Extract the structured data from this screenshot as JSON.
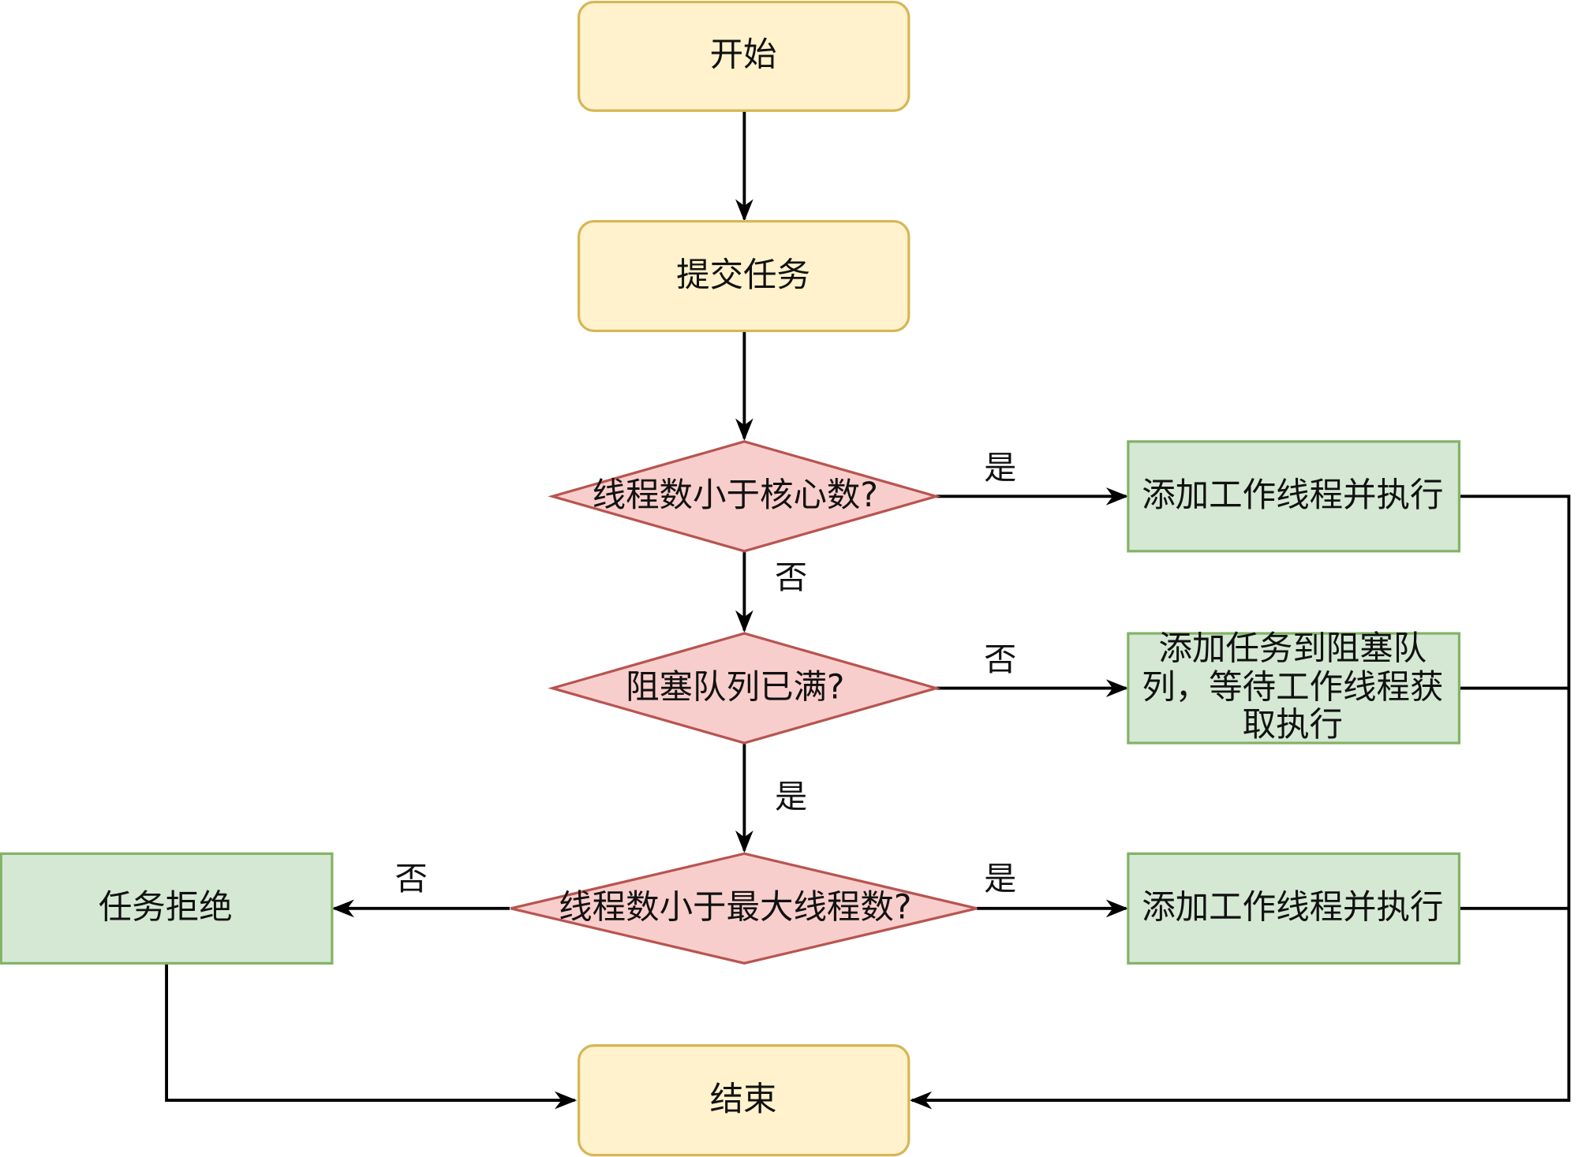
{
  "nodes": {
    "start": {
      "label": "开始"
    },
    "submit_task": {
      "label": "提交任务"
    },
    "check_core": {
      "label": "线程数小于核心数?"
    },
    "add_worker_core": {
      "label": "添加工作线程并执行"
    },
    "check_queue_full": {
      "label": "阻塞队列已满?"
    },
    "enqueue_task": {
      "lines": [
        "添加任务到阻塞队",
        "列，等待工作线程获",
        "取执行"
      ]
    },
    "check_max": {
      "label": "线程数小于最大线程数?"
    },
    "add_worker_max": {
      "label": "添加工作线程并执行"
    },
    "reject_task": {
      "label": "任务拒绝"
    },
    "end": {
      "label": "结束"
    }
  },
  "edges": {
    "core_yes": {
      "label": "是"
    },
    "core_no": {
      "label": "否"
    },
    "queue_no": {
      "label": "否"
    },
    "queue_yes": {
      "label": "是"
    },
    "max_yes": {
      "label": "是"
    },
    "max_no": {
      "label": "否"
    }
  },
  "colors": {
    "terminal_fill": "#fff2cc",
    "terminal_stroke": "#d6b656",
    "decision_fill": "#f8cecc",
    "decision_stroke": "#b85450",
    "process_fill": "#d5e8d4",
    "process_stroke": "#82b366",
    "edge": "#000000"
  }
}
